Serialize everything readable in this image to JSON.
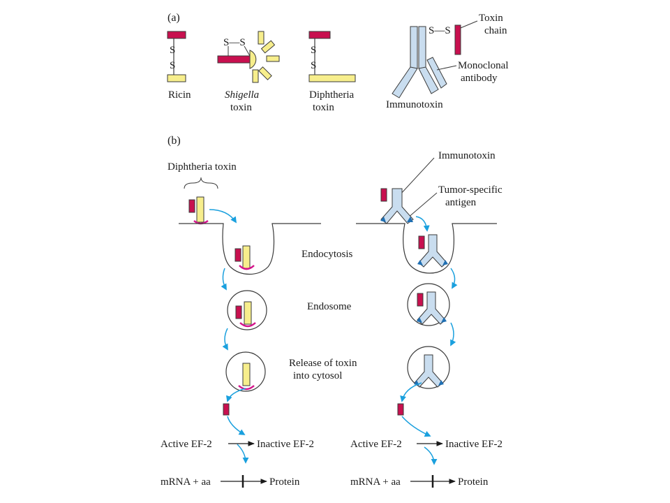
{
  "panel_a": {
    "label": "(a)",
    "ricin": "Ricin",
    "shigella_line1": "Shigella",
    "shigella_line2": "toxin",
    "diphtheria_line1": "Diphtheria",
    "diphtheria_line2": "toxin",
    "toxin_chain_line1": "Toxin",
    "toxin_chain_line2": "chain",
    "monoclonal_line1": "Monoclonal",
    "monoclonal_line2": "antibody",
    "immunotoxin": "Immunotoxin",
    "disulfide": "S—S",
    "s_letter": "S"
  },
  "panel_b": {
    "label": "(b)",
    "diphtheria_toxin": "Diphtheria toxin",
    "immunotoxin": "Immunotoxin",
    "tumor_line1": "Tumor-specific",
    "tumor_line2": "antigen",
    "endocytosis": "Endocytosis",
    "endosome": "Endosome",
    "release_line1": "Release of toxin",
    "release_line2": "into cytosol",
    "active_ef2": "Active EF-2",
    "inactive_ef2": "Inactive EF-2",
    "mrna_aa": "mRNA + aa",
    "protein": "Protein"
  },
  "colors": {
    "toxin_red": "#c8104f",
    "yellow": "#f7ee8c",
    "antibody_blue": "#c9ddef",
    "arrow_cyan": "#1aa0de",
    "magenta": "#d4148a",
    "outline": "#3a3a3a"
  }
}
